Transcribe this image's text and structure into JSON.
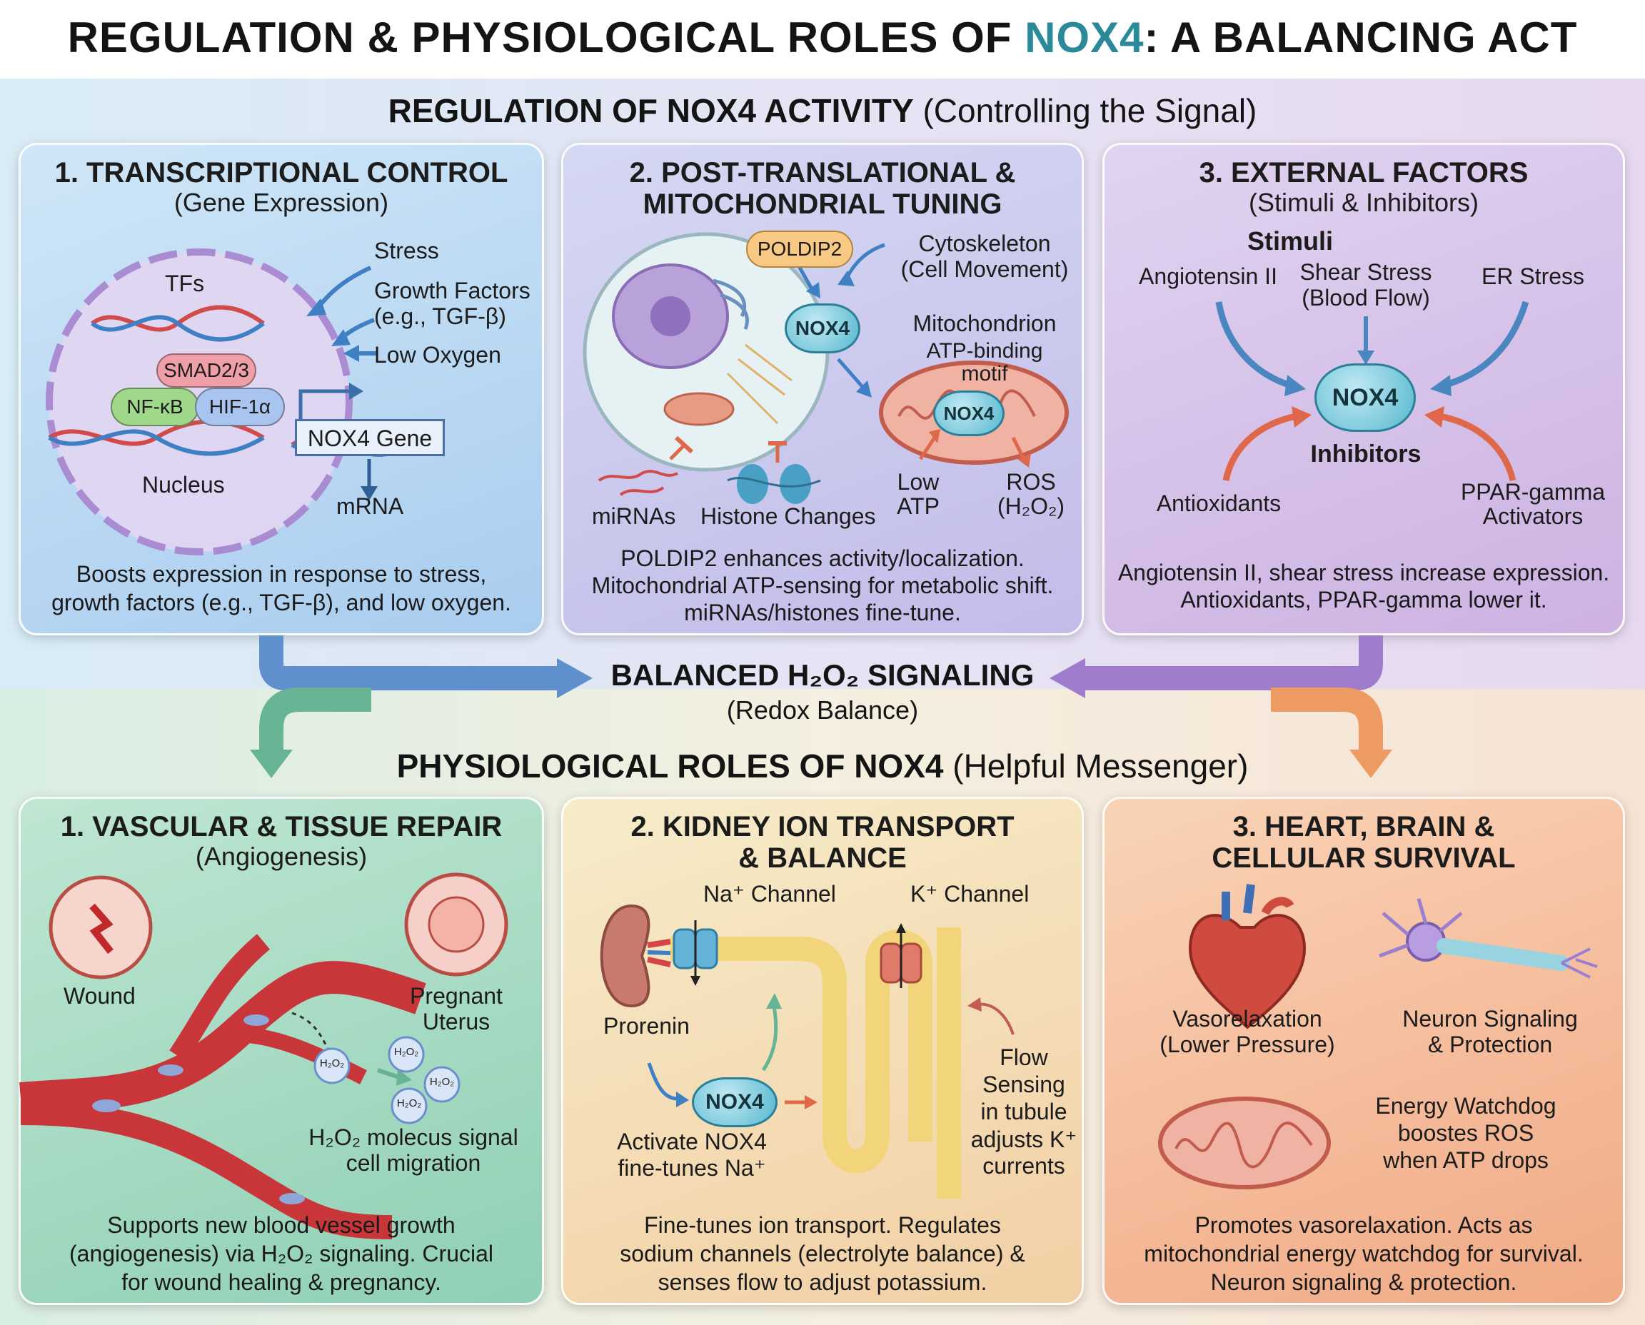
{
  "title": {
    "prefix": "REGULATION & PHYSIOLOGICAL ROLES OF ",
    "highlight": "NOX4",
    "suffix": ": A BALANCING ACT"
  },
  "regulation": {
    "heading_bold": "REGULATION OF NOX4 ACTIVITY",
    "heading_rest": " (Controlling the Signal)",
    "panels": [
      {
        "title": "1. TRANSCRIPTIONAL CONTROL",
        "subtitle": "(Gene Expression)",
        "labels": {
          "tfs": "TFs",
          "stress": "Stress",
          "growth1": "Growth Factors",
          "growth2": "(e.g., TGF-β)",
          "low_oxygen": "Low Oxygen",
          "smad": "SMAD2/3",
          "nfkb": "NF-κB",
          "hif": "HIF-1α",
          "gene": "NOX4 Gene",
          "nucleus": "Nucleus",
          "mrna": "mRNA"
        },
        "caption1": "Boosts expression in response to stress,",
        "caption2": "growth factors (e.g., TGF-β), and low oxygen."
      },
      {
        "title1": "2. POST-TRANSLATIONAL &",
        "title2": "MITOCHONDRIAL TUNING",
        "labels": {
          "poldip2": "POLDIP2",
          "cyto1": "Cytoskeleton",
          "cyto2": "(Cell Movement)",
          "nox4": "NOX4",
          "mito": "Mitochondrion",
          "atp1": "ATP-binding",
          "atp2": "motif",
          "nox4_mito": "NOX4",
          "low": "Low",
          "atp": "ATP",
          "ros": "ROS",
          "h2o2": "(H₂O₂)",
          "mirnas": "miRNAs",
          "histone": "Histone Changes"
        },
        "caption1": "POLDIP2 enhances activity/localization.",
        "caption2": "Mitochondrial ATP-sensing for metabolic shift.",
        "caption3": "miRNAs/histones fine-tune."
      },
      {
        "title": "3. EXTERNAL FACTORS",
        "subtitle": "(Stimuli & Inhibitors)",
        "labels": {
          "stimuli": "Stimuli",
          "ang": "Angiotensin II",
          "shear1": "Shear Stress",
          "shear2": "(Blood Flow)",
          "er": "ER Stress",
          "nox4": "NOX4",
          "inhibitors": "Inhibitors",
          "antiox": "Antioxidants",
          "ppar1": "PPAR-gamma",
          "ppar2": "Activators"
        },
        "caption1": "Angiotensin II, shear stress increase expression.",
        "caption2": "Antioxidants, PPAR-gamma lower it."
      }
    ]
  },
  "balance": {
    "title": "BALANCED H₂O₂ SIGNALING",
    "subtitle": "(Redox Balance)"
  },
  "roles": {
    "heading_bold": "PHYSIOLOGICAL ROLES OF NOX4",
    "heading_rest": " (Helpful Messenger)",
    "panels": [
      {
        "title": "1. VASCULAR & TISSUE REPAIR",
        "subtitle": "(Angiogenesis)",
        "labels": {
          "wound": "Wound",
          "preg1": "Pregnant",
          "preg2": "Uterus",
          "h2o2_line1": "H₂O₂ molecus signal",
          "h2o2_line2": "cell migration",
          "h2o2": "H₂O₂"
        },
        "caption1": "Supports new blood vessel growth",
        "caption2": "(angiogenesis) via H₂O₂ signaling. Crucial",
        "caption3": "for wound healing & pregnancy."
      },
      {
        "title1": "2. KIDNEY ION TRANSPORT",
        "title2": "& BALANCE",
        "labels": {
          "na": "Na⁺ Channel",
          "k": "K⁺ Channel",
          "prorenin": "Prorenin",
          "nox4": "NOX4",
          "act1": "Activate NOX4",
          "act2": "fine-tunes Na⁺",
          "flow1": "Flow",
          "flow2": "Sensing",
          "flow3": "in tubule",
          "flow4": "adjusts K⁺",
          "flow5": "currents"
        },
        "caption1": "Fine-tunes ion transport. Regulates",
        "caption2": "sodium channels (electrolyte balance) &",
        "caption3": "senses flow to adjust potassium."
      },
      {
        "title1": "3. HEART, BRAIN &",
        "title2": "CELLULAR SURVIVAL",
        "labels": {
          "vaso1": "Vasorelaxation",
          "vaso2": "(Lower Pressure)",
          "neuron1": "Neuron Signaling",
          "neuron2": "& Protection",
          "energy1": "Energy Watchdog",
          "energy2": "boostes ROS",
          "energy3": "when ATP drops"
        },
        "caption1": "Promotes vasorelaxation. Acts as",
        "caption2": "mitochondrial energy watchdog for survival.",
        "caption3": "Neuron signaling & protection."
      }
    ]
  },
  "colors": {
    "accent": "#2b8a9a",
    "nox": "#56b7cf",
    "blue_arrow": "#4a86c0",
    "red_arrow": "#e0684a"
  }
}
